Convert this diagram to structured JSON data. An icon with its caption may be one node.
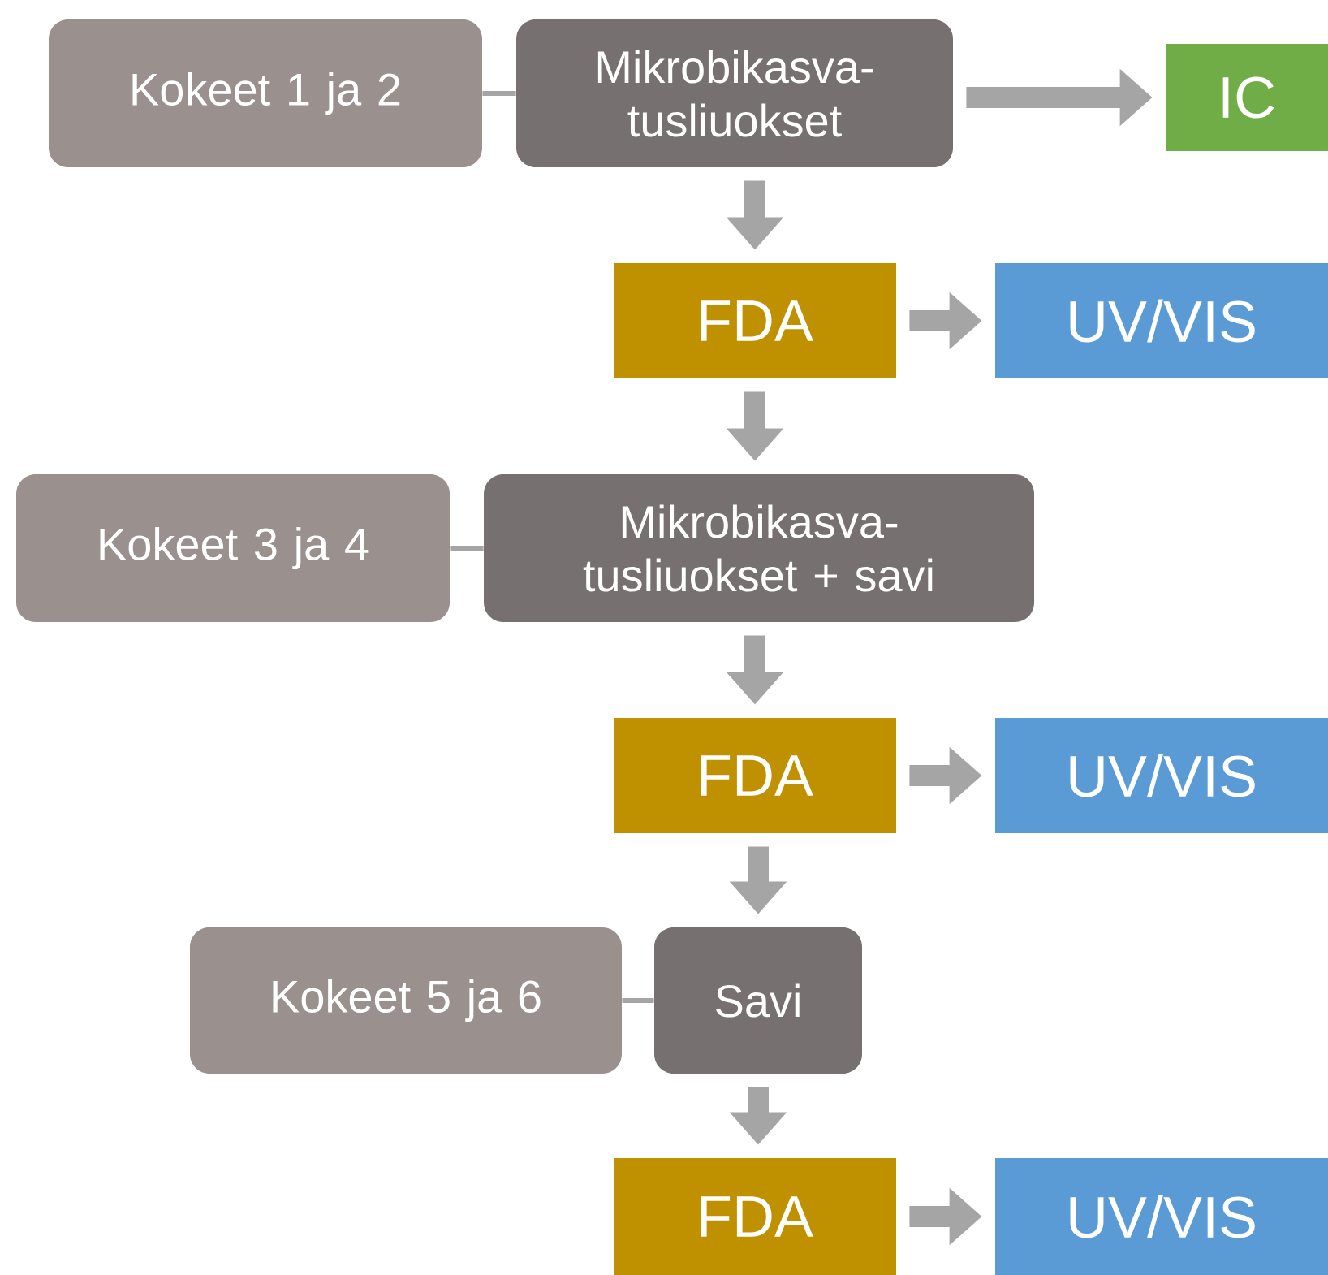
{
  "diagram": {
    "nodes": [
      {
        "text": [
          "Kokeet 1 ja 2"
        ]
      },
      {
        "text": [
          "Mikrobikasva- tusliuokset"
        ]
      },
      {
        "text": [
          "IC"
        ]
      },
      {
        "text": [
          "FDA"
        ]
      },
      {
        "text": [
          "UV/VIS"
        ]
      },
      {
        "text": [
          "Kokeet 3 ja 4"
        ]
      },
      {
        "text": [
          "Mikrobikasva- tusliuokset + savi"
        ]
      },
      {
        "text": [
          "FDA"
        ]
      },
      {
        "text": [
          "UV/VIS"
        ]
      },
      {
        "text": [
          "Kokeet 5 ja 6"
        ]
      },
      {
        "text": [
          "Savi"
        ]
      },
      {
        "text": [
          "FDA"
        ]
      },
      {
        "text": [
          "UV/VIS"
        ]
      }
    ],
    "edges": [
      {
        "from": 0,
        "to": 1,
        "arrow": "none"
      },
      {
        "from": 1,
        "to": 2,
        "arrow": "to"
      },
      {
        "from": 1,
        "to": 3,
        "arrow": "to"
      },
      {
        "from": 3,
        "to": 4,
        "arrow": "to"
      },
      {
        "from": 3,
        "to": 6,
        "arrow": "to"
      },
      {
        "from": 5,
        "to": 6,
        "arrow": "none"
      },
      {
        "from": 6,
        "to": 7,
        "arrow": "to"
      },
      {
        "from": 7,
        "to": 8,
        "arrow": "to"
      },
      {
        "from": 7,
        "to": 10,
        "arrow": "to"
      },
      {
        "from": 9,
        "to": 10,
        "arrow": "none"
      },
      {
        "from": 10,
        "to": 11,
        "arrow": "to"
      },
      {
        "from": 11,
        "to": 12,
        "arrow": "to"
      }
    ]
  }
}
